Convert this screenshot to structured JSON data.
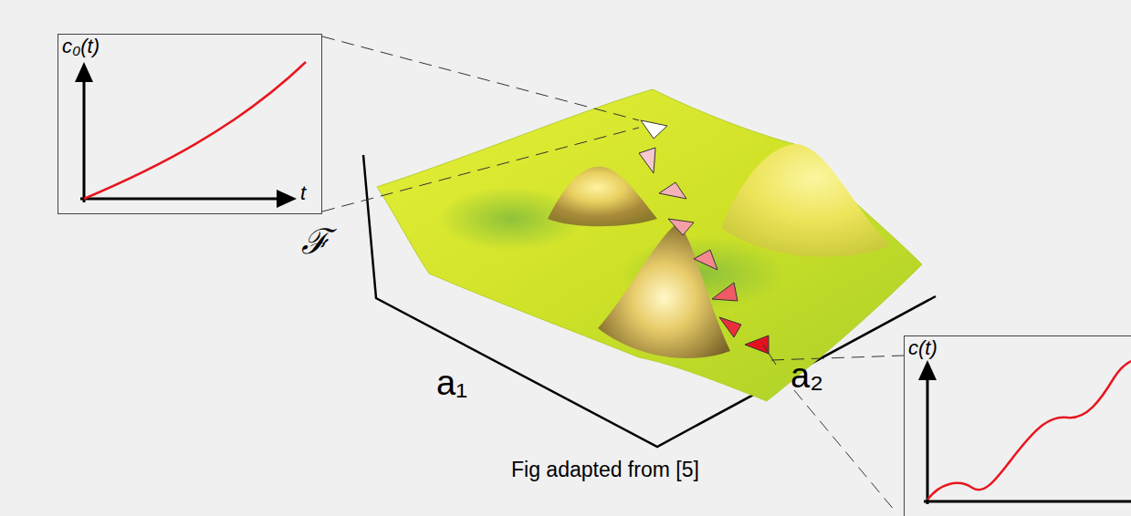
{
  "diagram": {
    "nodes": [
      {
        "text": [
          "c₀(t)",
          "t"
        ]
      },
      {
        "text": [
          "c(t)"
        ]
      }
    ],
    "labels": [
      "ℱ",
      "a₁",
      "a₂",
      "Fig adapted from [5]"
    ]
  }
}
